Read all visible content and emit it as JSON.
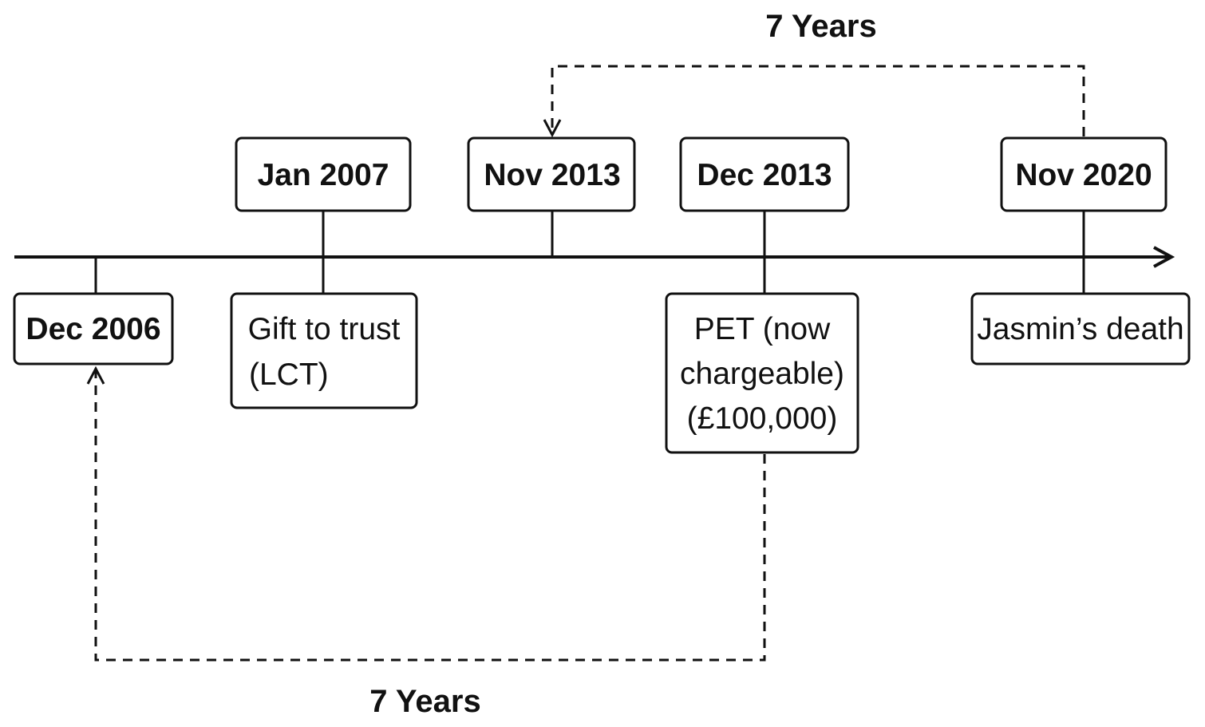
{
  "timeline": {
    "dates": {
      "dec_2006": "Dec 2006",
      "jan_2007": "Jan 2007",
      "nov_2013": "Nov 2013",
      "dec_2013": "Dec 2013",
      "nov_2020": "Nov 2020"
    },
    "events": {
      "gift_to_trust": [
        "Gift to trust",
        "(LCT)"
      ],
      "pet": [
        "PET (now",
        "chargeable)",
        "(£100,000)"
      ],
      "death": [
        "Jasmin’s death"
      ]
    },
    "spans": {
      "top_label": "7 Years",
      "bottom_label": "7 Years"
    }
  }
}
